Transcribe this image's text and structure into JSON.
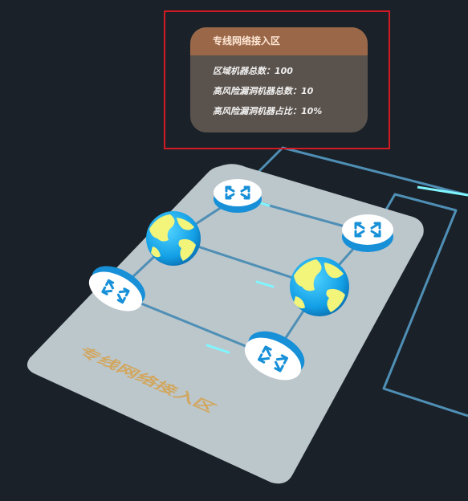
{
  "info_card": {
    "title": "专线网络接入区",
    "rows": [
      {
        "label": "区域机器总数：",
        "value": "100"
      },
      {
        "label": "高风险漏洞机器总数：",
        "value": "10"
      },
      {
        "label": "高风险漏洞机器占比：",
        "value": "10%"
      }
    ]
  },
  "platform": {
    "ground_text": "专线网络接入区"
  },
  "colors": {
    "background": "#1a2128",
    "platform": "#bcc7cc",
    "card_header": "#9a6848",
    "card_body": "#5a524c",
    "highlight_box": "#d11a24",
    "link": "#4f8fb5",
    "link_glow": "#7ff6ff",
    "router": "#1790d8",
    "ground_text": "#d1a760"
  },
  "icons": {
    "router": "router-icon",
    "globe": "globe-icon"
  }
}
